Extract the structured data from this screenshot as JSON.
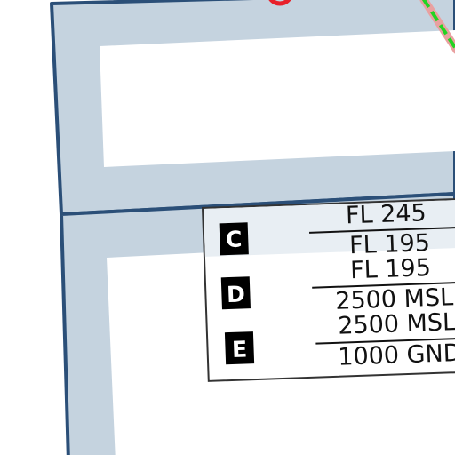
{
  "colors": {
    "airspace_fill": "#c5d3df",
    "airspace_border": "#2b4f78",
    "highlight_row": "#e8eef3",
    "route_green": "#23d323",
    "route_pink": "#e9a0a0",
    "marker_red": "#e8202a"
  },
  "airspace_table": {
    "rows": [
      {
        "class": "C",
        "upper": "FL 245",
        "lower": "FL 195"
      },
      {
        "class": "D",
        "upper": "FL 195",
        "lower": "2500 MSL"
      },
      {
        "class": "E",
        "upper": "2500 MSL",
        "lower": "1000 GND"
      }
    ]
  }
}
